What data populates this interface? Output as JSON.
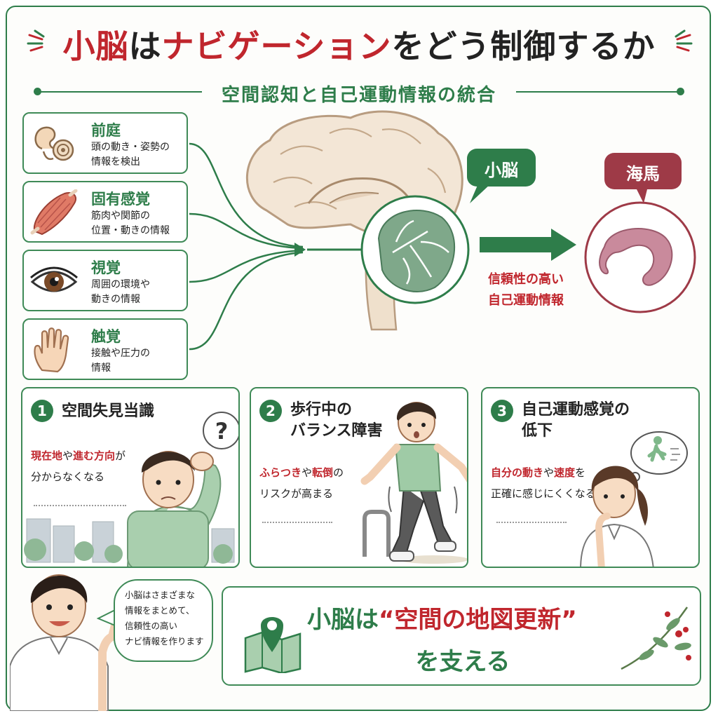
{
  "title": {
    "part1": "小脳",
    "part2": "は",
    "part3": "ナビゲーション",
    "part4": "をどう制御するか"
  },
  "subtitle": "空間認知と自己運動情報の統合",
  "senses": [
    {
      "icon": "ear-icon",
      "heading": "前庭",
      "line1": "頭の動き・姿勢の",
      "line2": "情報を検出"
    },
    {
      "icon": "muscle-icon",
      "heading": "固有感覚",
      "line1": "筋肉や関節の",
      "line2": "位置・動きの情報"
    },
    {
      "icon": "eye-icon",
      "heading": "視覚",
      "line1": "周囲の環境や",
      "line2": "動きの情報"
    },
    {
      "icon": "hand-icon",
      "heading": "触覚",
      "line1": "接触や圧力の",
      "line2": "情報"
    }
  ],
  "brain": {
    "cerebellum_label": "小脳",
    "hippocampus_label": "海馬",
    "flow_line1": "信頼性の高い",
    "flow_line2": "自己運動情報"
  },
  "cards": [
    {
      "number": "1",
      "heading1": "空間失見当識",
      "heading2": "",
      "red1": "現在地",
      "text1": "や",
      "red2": "進む方向",
      "text2": "が",
      "line2": "分からなくなる"
    },
    {
      "number": "2",
      "heading1": "歩行中の",
      "heading2": "バランス障害",
      "red1": "ふらつき",
      "text1": "や",
      "red2": "転倒",
      "text2": "の",
      "line2": "リスクが高まる"
    },
    {
      "number": "3",
      "heading1": "自己運動感覚の",
      "heading2": "低下",
      "red1": "自分の動き",
      "text1": "や",
      "red2": "速度",
      "text2": "を",
      "line2": "正確に感じにくくなる"
    }
  ],
  "speech": {
    "line1": "小脳はさまざまな",
    "line2": "情報をまとめて、",
    "line3": "信頼性の高い",
    "line4": "ナビ情報を作ります"
  },
  "summary": {
    "part1": "小脳は",
    "part2": "“空間の地図更新”",
    "line2": "を支える"
  },
  "colors": {
    "green": "#2e7d4a",
    "red": "#c0262d",
    "hippocampus": "#b5505e"
  }
}
